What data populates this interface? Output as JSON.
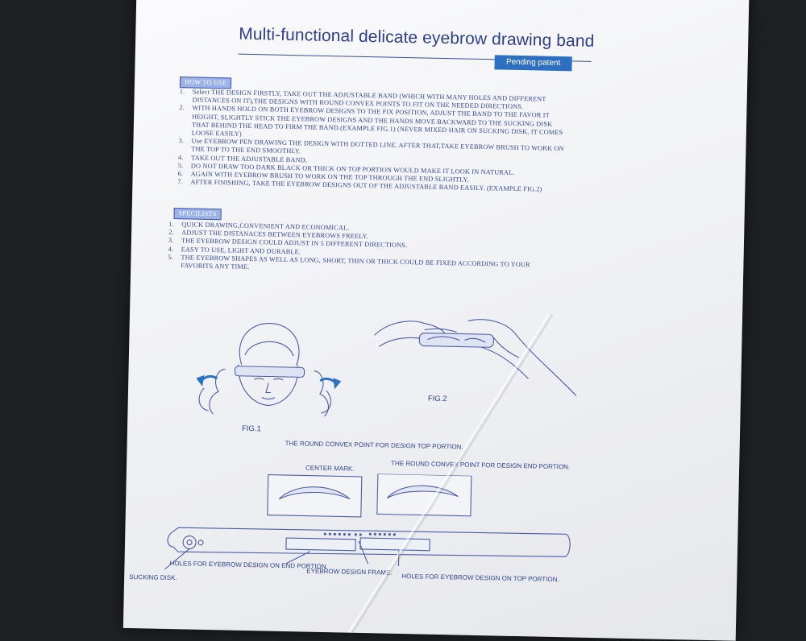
{
  "title": "Multi-functional delicate eyebrow drawing band",
  "badge": "Pending patent",
  "how_to_use": {
    "heading": "HOW TO USE",
    "steps": [
      {
        "num": "1.",
        "text": "Select THE DESIGN FIRSTLY, TAKE OUT THE ADJUSTABLE BAND (WHICH WITH MANY HOLES AND DIFFERENT DISTANCES ON IT),THE DESIGNS WITH ROUND CONVEX POINTS TO FIT ON THE NEEDED DIRECTIONS."
      },
      {
        "num": "2.",
        "text": "WITH HANDS HOLD ON BOTH EYEBROW DESIGNS TO THE FIX POSITION, ADJUST THE BAND TO THE FAVOR IT HEIGHT, SLIGHTLY STICK THE EYEBROW DESIGNS AND THE HANDS MOVE BACKWARD TO THE SUCKING DISK THAT BEHIND THE HEAD TO FIRM THE BAND.(EXAMPLE FIG.1) (NEVER MIXED HAIR ON SUCKING DISK, IT COMES LOOSE EASILY)"
      },
      {
        "num": "3.",
        "text": "Use EYEBROW PEN DRAWING THE DESIGN WITH DOTTED LINE. AFTER THAT,TAKE EYEBROW BRUSH TO WORK ON THE TOP TO THE END SMOOTHLY."
      },
      {
        "num": "4.",
        "text": "TAKE OUT THE ADJUSTABLE BAND."
      },
      {
        "num": "5.",
        "text": "DO NOT DRAW TOO DARK BLACK OR THICK ON TOP PORTION WOULD MAKE IT LOOK IN NATURAL."
      },
      {
        "num": "6.",
        "text": "AGAIN WITH EYEBROW BRUSH TO WORK ON THE TOP THROUGH THE END SLIGHTLY."
      },
      {
        "num": "7.",
        "text": "AFTER FINISHING, TAKE THE EYEBROW DESIGNS OUT OF THE ADJUSTABLE BAND EASILY. (EXAMPLE FIG.2)"
      }
    ]
  },
  "specialists": {
    "heading": "SPECILISTS",
    "items": [
      {
        "num": "1.",
        "text": "QUICK DRAWING,CONVENIENT AND ECONOMICAL."
      },
      {
        "num": "2.",
        "text": "ADJUST THE DISTANACES BETWEEN EYEBROWS FREELY."
      },
      {
        "num": "3.",
        "text": "THE EYEBROW DESIGN COULD ADJUST IN 5 DIFFERENT DIRECTIONS."
      },
      {
        "num": "4.",
        "text": "EASY TO USE, LIGHT AND DURABLE."
      },
      {
        "num": "5.",
        "text": "THE EYEBROW SHAPES AS WELL AS LONG, SHORT, THIN OR THICK COULD BE FIXED ACCORDING TO YOUR FAVORITS ANY TIME."
      }
    ]
  },
  "figures": {
    "fig1": "FIG.1",
    "fig2": "FIG.2"
  },
  "diagram_labels": {
    "top_portion_point": "THE ROUND CONVEX POINT FOR DESIGN TOP PORTION.",
    "end_portion_point": "THE ROUND CONVEX POINT FOR DESIGN END PORTION.",
    "center_mark": "CENTER MARK.",
    "holes_end": "HOLES FOR EYEBROW DESIGN ON END PORTION.",
    "design_frame": "EYEBROW DESIGN FRAME.",
    "holes_top": "HOLES FOR EYEBROW DESIGN ON TOP PORTION.",
    "sucking_disk": "SUCKING DISK."
  },
  "colors": {
    "ink": "#2e3f92",
    "badge": "#2d6fc2",
    "section_tag": "#9db3e8",
    "background": "#1f2022"
  }
}
